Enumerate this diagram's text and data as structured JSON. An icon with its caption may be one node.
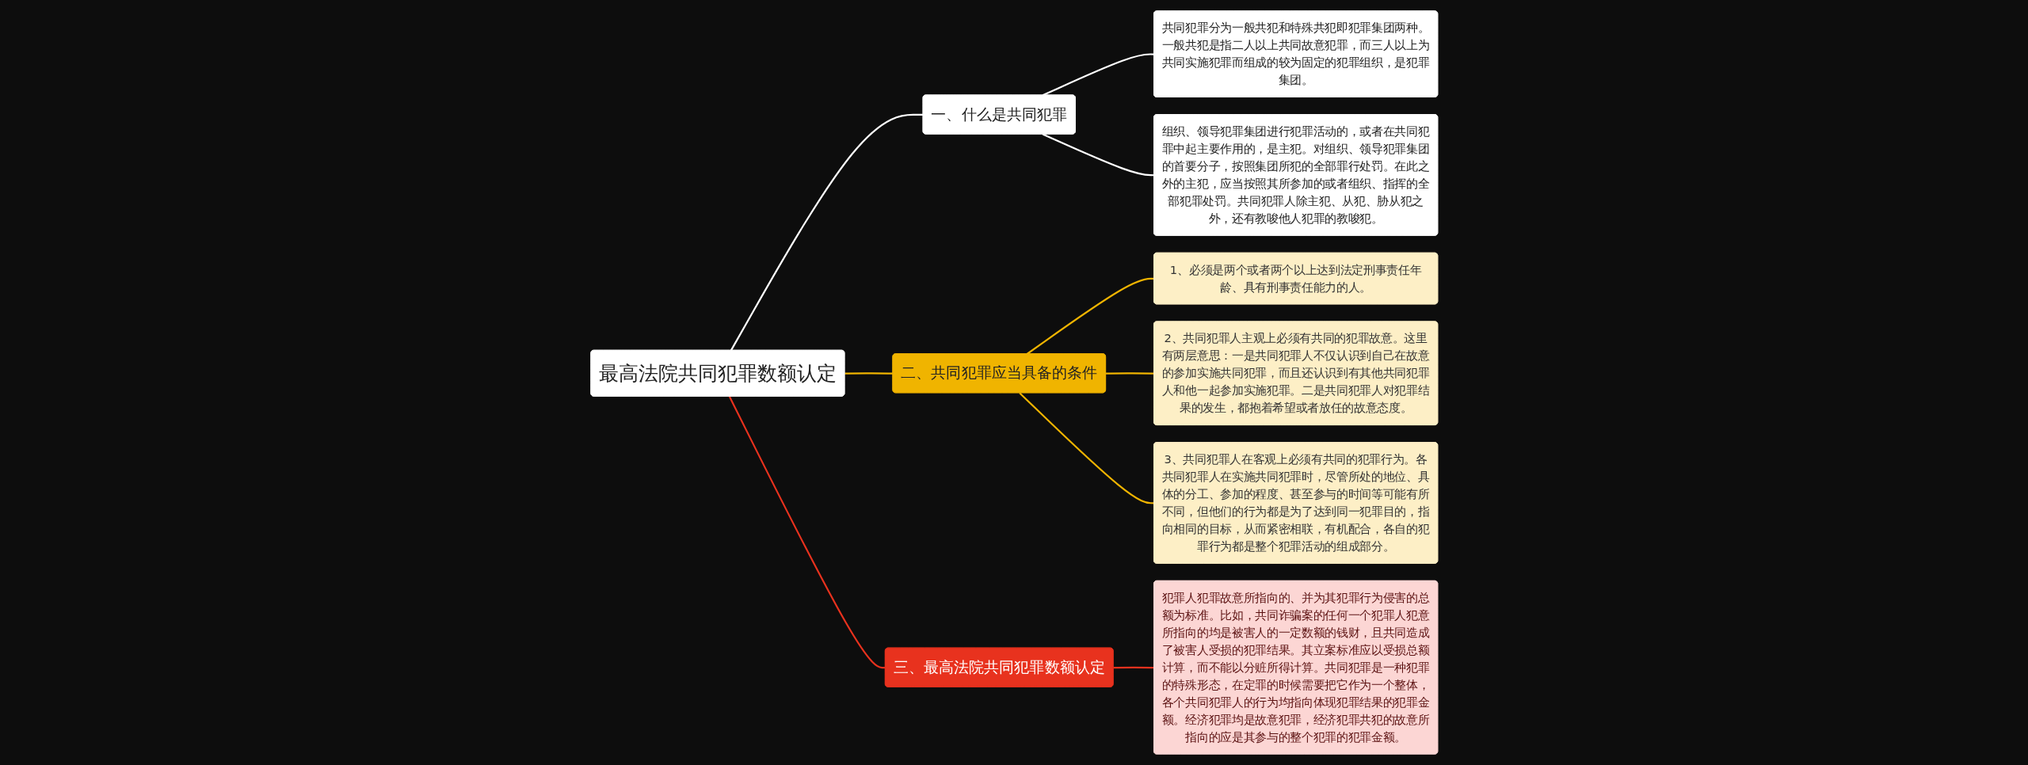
{
  "diagram": {
    "nodes": [
      {
        "text": [
          "最高法院共同犯罪数额认定"
        ]
      },
      {
        "text": [
          "一、什么是共同犯罪"
        ]
      },
      {
        "text": [
          "共同犯罪分为一般共犯和特殊共犯即犯罪集团两种。一般共犯是指二人以上共同故意犯罪，而三人以上为共同实施犯罪而组成的较为固定的犯罪组织，是犯罪集团。"
        ]
      },
      {
        "text": [
          "组织、领导犯罪集团进行犯罪活动的，或者在共同犯罪中起主要作用的，是主犯。对组织、领导犯罪集团的首要分子，按照集团所犯的全部罪行处罚。在此之外的主犯，应当按照其所参加的或者组织、指挥的全部犯罪处罚。共同犯罪人除主犯、从犯、胁从犯之外，还有教唆他人犯罪的教唆犯。"
        ]
      },
      {
        "text": [
          "二、共同犯罪应当具备的条件"
        ]
      },
      {
        "text": [
          "1、必须是两个或者两个以上达到法定刑事责任年龄、具有刑事责任能力的人。"
        ]
      },
      {
        "text": [
          "2、共同犯罪人主观上必须有共同的犯罪故意。这里有两层意思：一是共同犯罪人不仅认识到自己在故意的参加实施共同犯罪，而且还认识到有其他共同犯罪人和他一起参加实施犯罪。二是共同犯罪人对犯罪结果的发生，都抱着希望或者放任的故意态度。"
        ]
      },
      {
        "text": [
          "3、共同犯罪人在客观上必须有共同的犯罪行为。各共同犯罪人在实施共同犯罪时，尽管所处的地位、具体的分工、参加的程度、甚至参与的时间等可能有所不同，但他们的行为都是为了达到同一犯罪目的，指向相同的目标，从而紧密相联，有机配合，各自的犯罪行为都是整个犯罪活动的组成部分。"
        ]
      },
      {
        "text": [
          "三、最高法院共同犯罪数额认定"
        ]
      },
      {
        "text": [
          "犯罪人犯罪故意所指向的、并为其犯罪行为侵害的总额为标准。比如，共同诈骗案的任何一个犯罪人犯意所指向的均是被害人的一定数额的钱财，且共同造成了被害人受损的犯罪结果。其立案标准应以受损总额计算，而不能以分赃所得计算。共同犯罪是一种犯罪的特殊形态，在定罪的时候需要把它作为一个整体，各个共同犯罪人的行为均指向体现犯罪结果的犯罪金额。经济犯罪均是故意犯罪，经济犯罪共犯的故意所指向的应是其参与的整个犯罪的犯罪金额。"
        ]
      }
    ],
    "edges": [
      {
        "from": 0,
        "to": 1,
        "arrow": "none",
        "color": "#ffffff"
      },
      {
        "from": 1,
        "to": 2,
        "arrow": "none",
        "color": "#ffffff"
      },
      {
        "from": 1,
        "to": 3,
        "arrow": "none",
        "color": "#ffffff"
      },
      {
        "from": 0,
        "to": 4,
        "arrow": "none"
      },
      {
        "from": 4,
        "to": 5,
        "arrow": "none"
      },
      {
        "from": 4,
        "to": 6,
        "arrow": "none"
      },
      {
        "from": 4,
        "to": 7,
        "arrow": "none"
      },
      {
        "from": 0,
        "to": 8,
        "arrow": "none",
        "color": "#e8321e"
      },
      {
        "from": 8,
        "to": 9,
        "arrow": "none",
        "color": "#e8321e"
      }
    ]
  }
}
